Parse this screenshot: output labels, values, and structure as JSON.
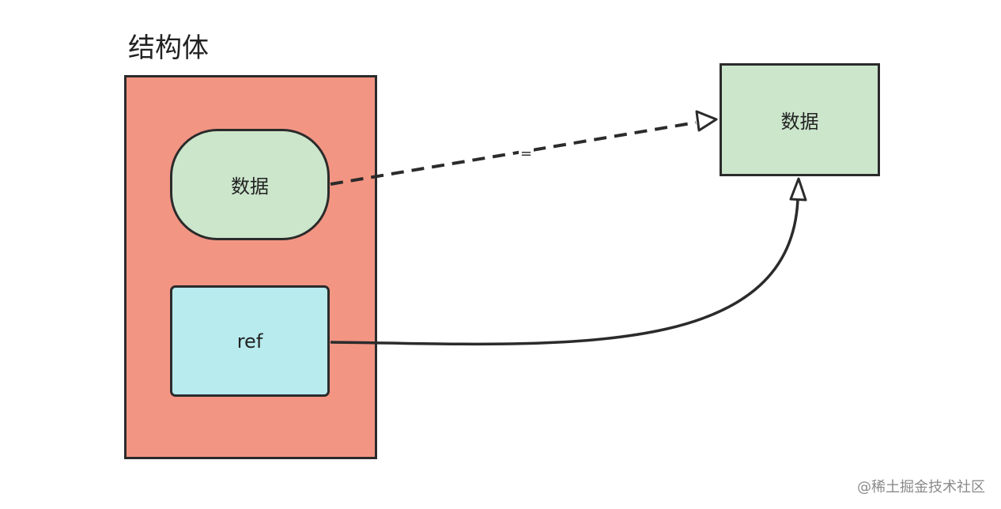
{
  "title": "结构体",
  "struct": {
    "data_label": "数据",
    "ref_label": "ref"
  },
  "target": {
    "label": "数据"
  },
  "edge_label": "=",
  "watermark": "@稀土掘金技术社区",
  "colors": {
    "struct_fill": "#f39583",
    "data_fill": "#cce6cc",
    "ref_fill": "#b7ebee",
    "stroke": "#2b2b2b"
  }
}
